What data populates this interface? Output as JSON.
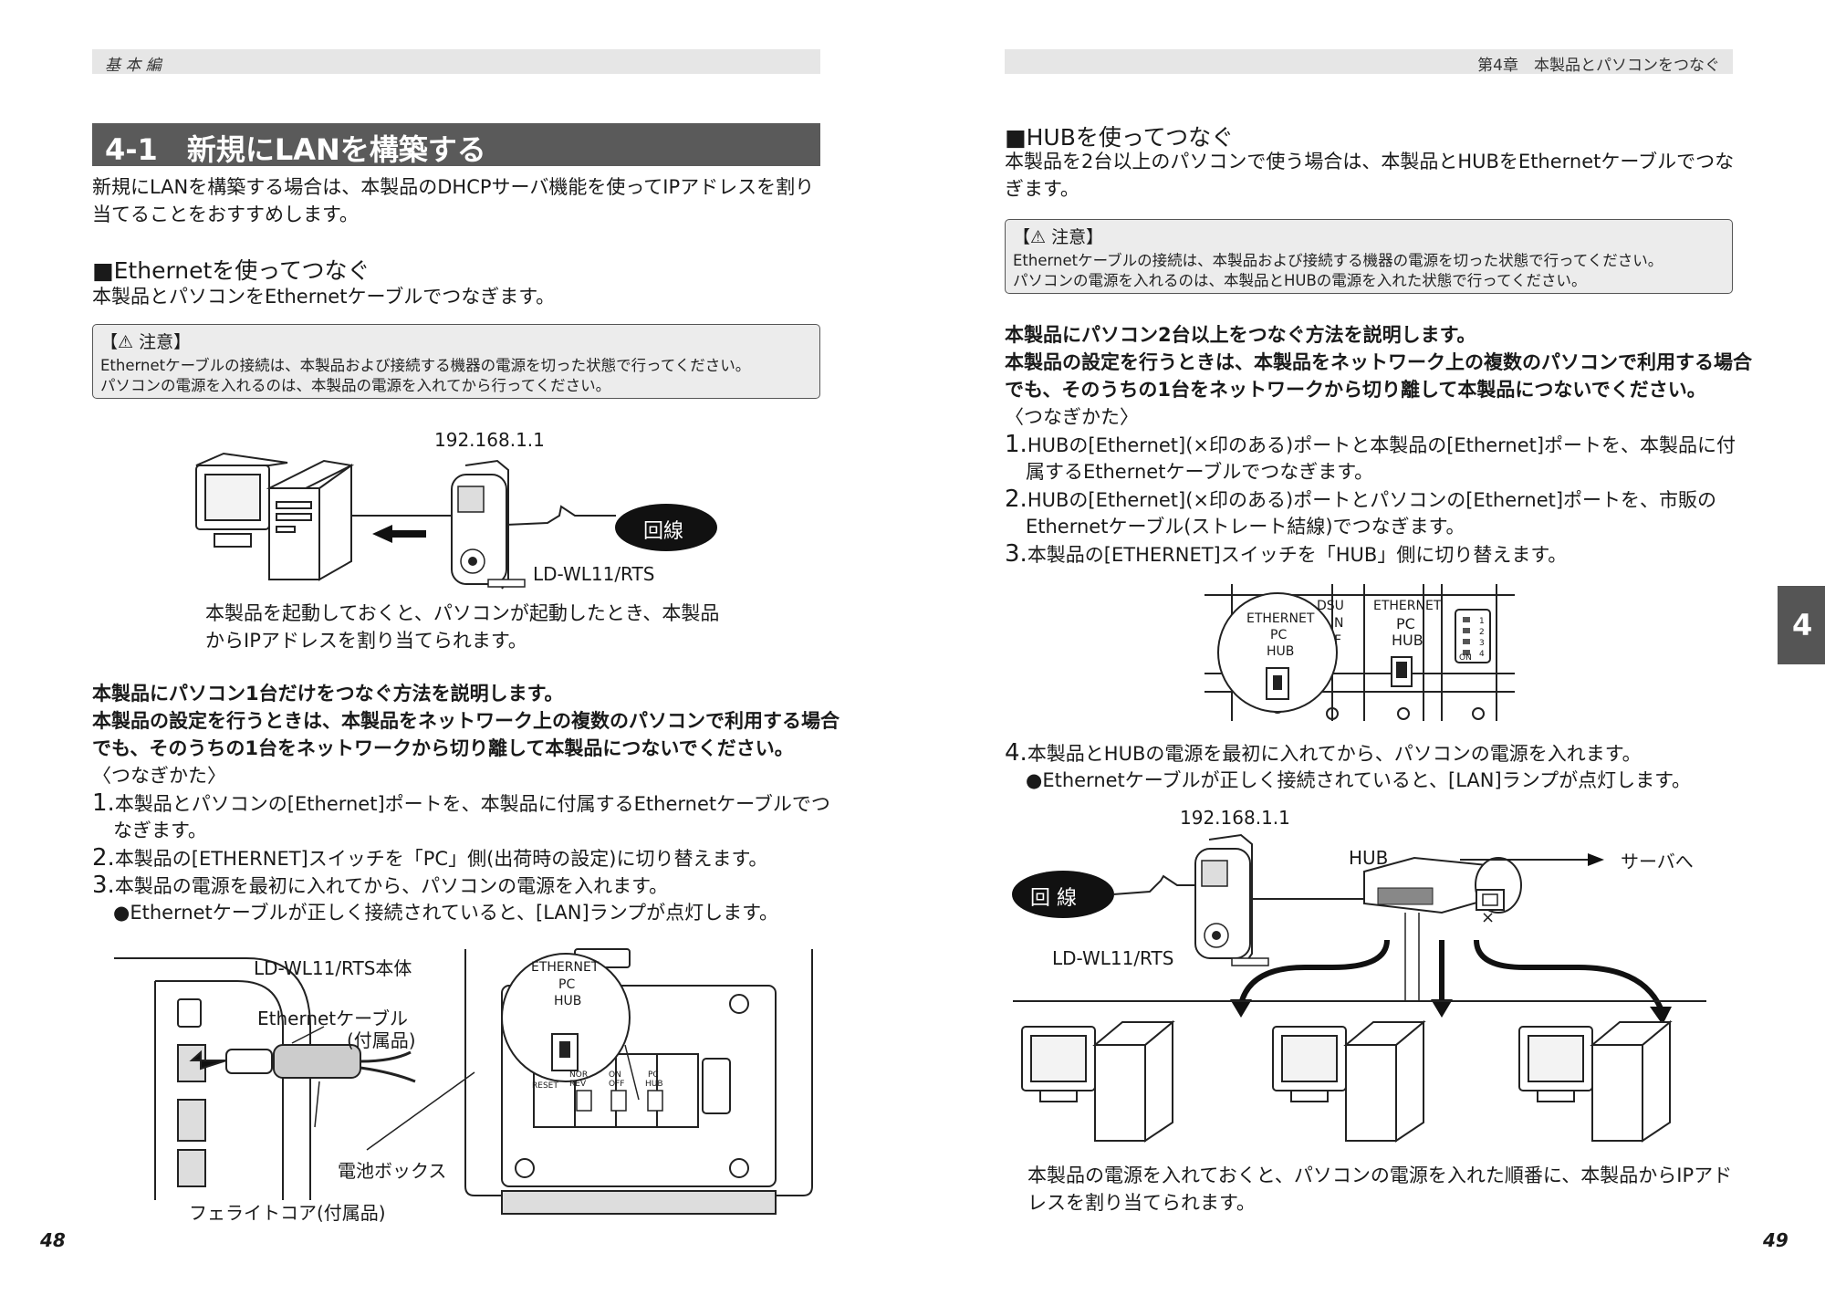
{
  "left": {
    "header": "基 本 編",
    "chapter_title": "4-1　新規にLANを構築する",
    "intro": [
      "新規にLANを構築する場合は、本製品のDHCPサーバ機能を使ってIPアドレスを割り",
      "当てることをおすすめします。"
    ],
    "section1": {
      "heading": "■Ethernetを使ってつなぐ",
      "desc": "本製品とパソコンをEthernetケーブルでつなぎます。",
      "note_title": "【⚠ 注意】",
      "note_lines": [
        "Ethernetケーブルの接続は、本製品および接続する機器の電源を切った状態で行ってください。",
        "パソコンの電源を入れるのは、本製品の電源を入れてから行ってください。"
      ]
    },
    "diagram1": {
      "ip": "192.168.1.1",
      "line_label": "回線",
      "device": "LD-WL11/RTS",
      "caption": [
        "本製品を起動しておくと、パソコンが起動したとき、本製品",
        "からIPアドレスを割り当てられます。"
      ]
    },
    "steps_intro": [
      "本製品にパソコン1台だけをつなぐ方法を説明します。",
      "本製品の設定を行うときは、本製品をネットワーク上の複数のパソコンで利用する場合",
      "でも、そのうちの1台をネットワークから切り離して本製品につないでください。"
    ],
    "how_to": "〈つなぎかた〉",
    "steps": [
      {
        "num": "1.",
        "lines": [
          "本製品とパソコンの[Ethernet]ポートを、本製品に付属するEthernetケーブルでつ",
          "なぎます。"
        ]
      },
      {
        "num": "2.",
        "lines": [
          "本製品の[ETHERNET]スイッチを「PC」側(出荷時の設定)に切り替えます。"
        ]
      },
      {
        "num": "3.",
        "lines": [
          "本製品の電源を最初に入れてから、パソコンの電源を入れます。"
        ]
      }
    ],
    "bullet": "●Ethernetケーブルが正しく接続されていると、[LAN]ランプが点灯します。",
    "diagram2": {
      "body_label": "LD-WL11/RTS本体",
      "cable_label": "Ethernetケーブル",
      "cable_sub": "(付属品)",
      "battery_label": "電池ボックス",
      "ferrite_label": "フェライトコア(付属品)",
      "switch_title": "ETHERNET",
      "switch_pc": "PC",
      "switch_hub": "HUB",
      "small_labels": [
        "RESET",
        "NOR",
        "REV",
        "ON",
        "OFF",
        "PC",
        "HUB"
      ]
    },
    "page_number": "48"
  },
  "right": {
    "header": "第4章　本製品とパソコンをつなぐ",
    "section": {
      "heading": "■HUBを使ってつなぐ",
      "desc": [
        "本製品を2台以上のパソコンで使う場合は、本製品とHUBをEthernetケーブルでつな",
        "ぎます。"
      ],
      "note_title": "【⚠ 注意】",
      "note_lines": [
        "Ethernetケーブルの接続は、本製品および接続する機器の電源を切った状態で行ってください。",
        "パソコンの電源を入れるのは、本製品とHUBの電源を入れた状態で行ってください。"
      ]
    },
    "steps_intro": [
      "本製品にパソコン2台以上をつなぐ方法を説明します。",
      "本製品の設定を行うときは、本製品をネットワーク上の複数のパソコンで利用する場合",
      "でも、そのうちの1台をネットワークから切り離して本製品につないでください。"
    ],
    "how_to": "〈つなぎかた〉",
    "steps": [
      {
        "num": "1.",
        "lines": [
          "HUBの[Ethernet](×印のある)ポートと本製品の[Ethernet]ポートを、本製品に付",
          "属するEthernetケーブルでつなぎます。"
        ]
      },
      {
        "num": "2.",
        "lines": [
          "HUBの[Ethernet](×印のある)ポートとパソコンの[Ethernet]ポートを、市販の",
          "Ethernetケーブル(ストレート結線)でつなぎます。"
        ]
      },
      {
        "num": "3.",
        "lines": [
          "本製品の[ETHERNET]スイッチを「HUB」側に切り替えます。"
        ]
      },
      {
        "num": "4.",
        "lines": [
          "本製品とHUBの電源を最初に入れてから、パソコンの電源を入れます。"
        ]
      }
    ],
    "bullet": "●Ethernetケーブルが正しく接続されていると、[LAN]ランプが点灯します。",
    "switch_diagram": {
      "title": "ETHERNET",
      "pc": "PC",
      "hub": "HUB",
      "title2": "ETHERNET",
      "pc2": "PC",
      "hub2": "HUB",
      "dsu": "DSU",
      "n": "N",
      "f": "F",
      "on": "ON",
      "digits": [
        "1",
        "2",
        "3",
        "4"
      ]
    },
    "network_diagram": {
      "ip": "192.168.1.1",
      "hub": "HUB",
      "server": "サーバへ",
      "line_label": "回 線",
      "device": "LD-WL11/RTS",
      "cross": "×",
      "caption": [
        "本製品の電源を入れておくと、パソコンの電源を入れた順番に、本製品からIPアド",
        "レスを割り当てられます。"
      ]
    },
    "chapter_tab": "4",
    "page_number": "49"
  }
}
